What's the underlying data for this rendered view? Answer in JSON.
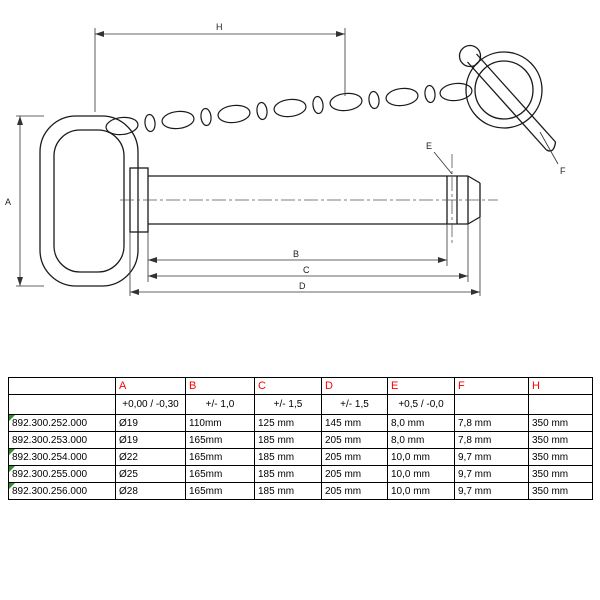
{
  "table": {
    "columns": [
      "",
      "A",
      "B",
      "C",
      "D",
      "E",
      "F",
      "H"
    ],
    "tolerances": [
      "",
      "+0,00 / -0,30",
      "+/- 1,0",
      "+/- 1,5",
      "+/- 1,5",
      "+0,5 / -0,0",
      "",
      ""
    ],
    "rows": [
      {
        "part": "892.300.252.000",
        "A": "Ø19",
        "B": "110mm",
        "C": "125 mm",
        "D": "145 mm",
        "E": "8,0 mm",
        "F": "7,8 mm",
        "H": "350 mm",
        "flag": true
      },
      {
        "part": "892.300.253.000",
        "A": "Ø19",
        "B": "165mm",
        "C": "185 mm",
        "D": "205 mm",
        "E": "8,0 mm",
        "F": "7,8 mm",
        "H": "350 mm",
        "flag": false
      },
      {
        "part": "892.300.254.000",
        "A": "Ø22",
        "B": "165mm",
        "C": "185 mm",
        "D": "205 mm",
        "E": "10,0 mm",
        "F": "9,7 mm",
        "H": "350 mm",
        "flag": true
      },
      {
        "part": "892.300.255.000",
        "A": "Ø25",
        "B": "165mm",
        "C": "185 mm",
        "D": "205 mm",
        "E": "10,0 mm",
        "F": "9,7 mm",
        "H": "350 mm",
        "flag": true
      },
      {
        "part": "892.300.256.000",
        "A": "Ø28",
        "B": "165mm",
        "C": "185 mm",
        "D": "205 mm",
        "E": "10,0 mm",
        "F": "9,7 mm",
        "H": "350 mm",
        "flag": true
      }
    ]
  },
  "drawing": {
    "labels": {
      "A": "A",
      "B": "B",
      "C": "C",
      "D": "D",
      "E": "E",
      "F": "F",
      "H": "H"
    },
    "line_color": "#1a1a1a"
  }
}
